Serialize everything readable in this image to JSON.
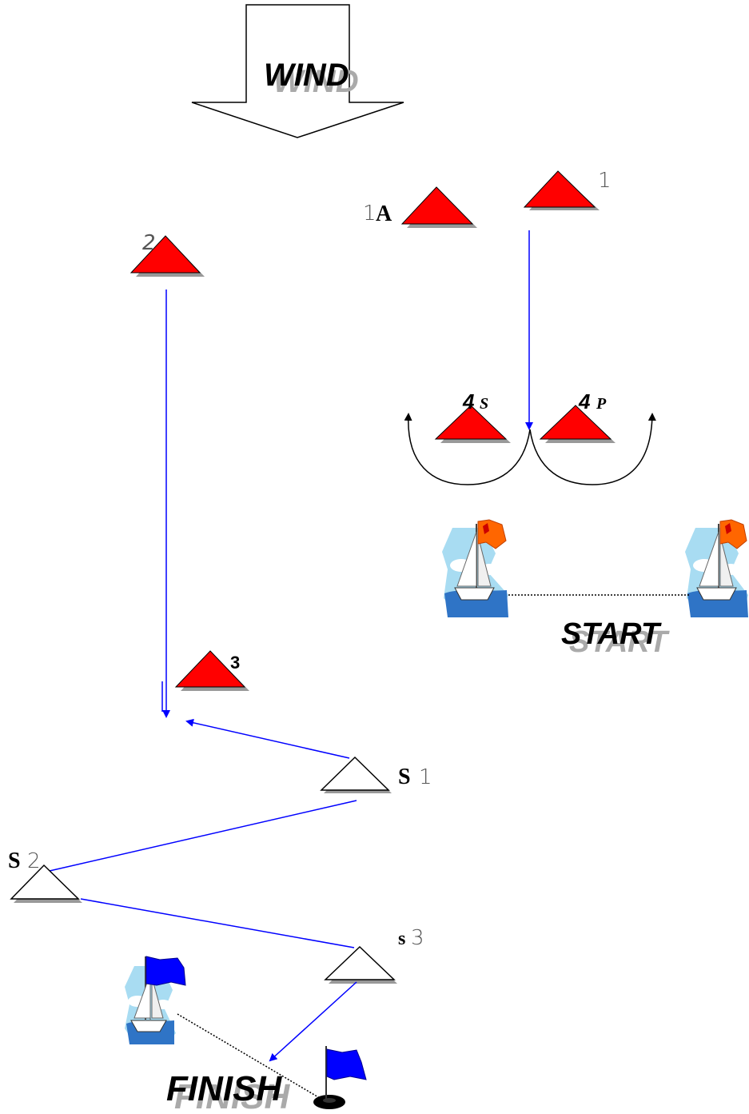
{
  "colors": {
    "mark_red": "#ff0000",
    "mark_white": "#ffffff",
    "course_line": "#0000ff",
    "outline": "#000000",
    "shadow": "#999999",
    "start_flag": "#ff6600",
    "finish_flag": "#0000ff"
  },
  "labels": {
    "wind": "WIND",
    "start": "START",
    "finish": "FINISH",
    "mark_1": "1",
    "mark_1a_num": "1",
    "mark_1a_letter": "A",
    "mark_2": "2",
    "mark_3": "3",
    "mark_4s_num": "4",
    "mark_4s_letter": "S",
    "mark_4p_num": "4",
    "mark_4p_letter": "P",
    "s1_letter": "S",
    "s1_num": "1",
    "s2_letter": "S",
    "s2_num": "2",
    "s3_letter": "s",
    "s3_num": "3"
  },
  "icons": {
    "wind_arrow": "down-arrow-icon",
    "start_boat": "sailboat-icon",
    "finish_boat": "sailboat-icon",
    "finish_buoy": "flag-buoy-icon"
  }
}
